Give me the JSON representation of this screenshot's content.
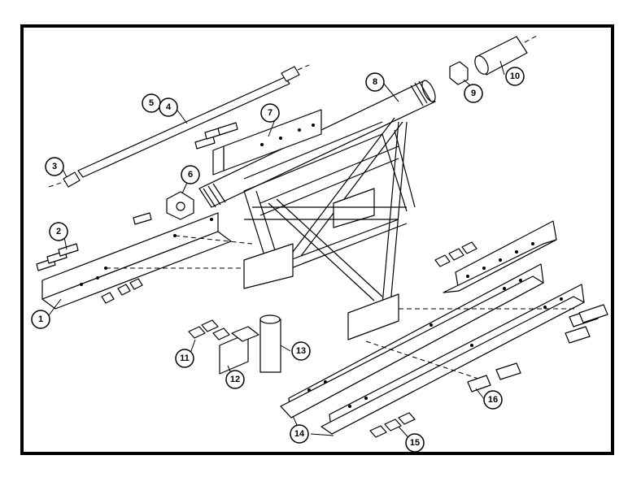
{
  "diagram": {
    "callouts": [
      {
        "id": "c1",
        "label": "1"
      },
      {
        "id": "c2",
        "label": "2"
      },
      {
        "id": "c3",
        "label": "3"
      },
      {
        "id": "c5",
        "label": "5"
      },
      {
        "id": "c4",
        "label": "4"
      },
      {
        "id": "c6",
        "label": "6"
      },
      {
        "id": "c7",
        "label": "7"
      },
      {
        "id": "c8",
        "label": "8"
      },
      {
        "id": "c9",
        "label": "9"
      },
      {
        "id": "c10",
        "label": "10"
      },
      {
        "id": "c11",
        "label": "11"
      },
      {
        "id": "c12",
        "label": "12"
      },
      {
        "id": "c13",
        "label": "13"
      },
      {
        "id": "c14",
        "label": "14"
      },
      {
        "id": "c15",
        "label": "15"
      },
      {
        "id": "c16",
        "label": "16"
      }
    ],
    "colors": {
      "line": "#000000",
      "background": "#ffffff"
    }
  }
}
